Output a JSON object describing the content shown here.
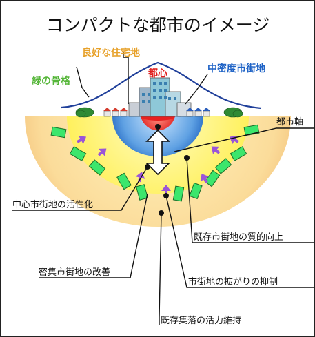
{
  "title": "コンパクトな都市のイメージ",
  "labels": {
    "toshin": "都心",
    "chumitsudo": "中密度市街地",
    "ryoko": "良好な住宅地",
    "midori": "緑の骨格",
    "toshijiku": "都市軸",
    "chushin": "中心市街地の活性化",
    "kison": "既存市街地の質的向上",
    "misshu": "密集市街地の改善",
    "hirogari": "市街地の拡がりの抑制",
    "shuraku": "既存集落の活力維持"
  },
  "colors": {
    "toshin": "#e0201e",
    "chumitsudo": "#1f63c6",
    "ryoko": "#e7a12a",
    "midori": "#56b63a",
    "outer_ring": "#fbdc9a",
    "yellow_ring": "#fff26a",
    "blue_core": "#3f86d6",
    "red_core": "#e82020",
    "green_block": "#39e56a",
    "purple_arrow": "#9a55d8"
  }
}
